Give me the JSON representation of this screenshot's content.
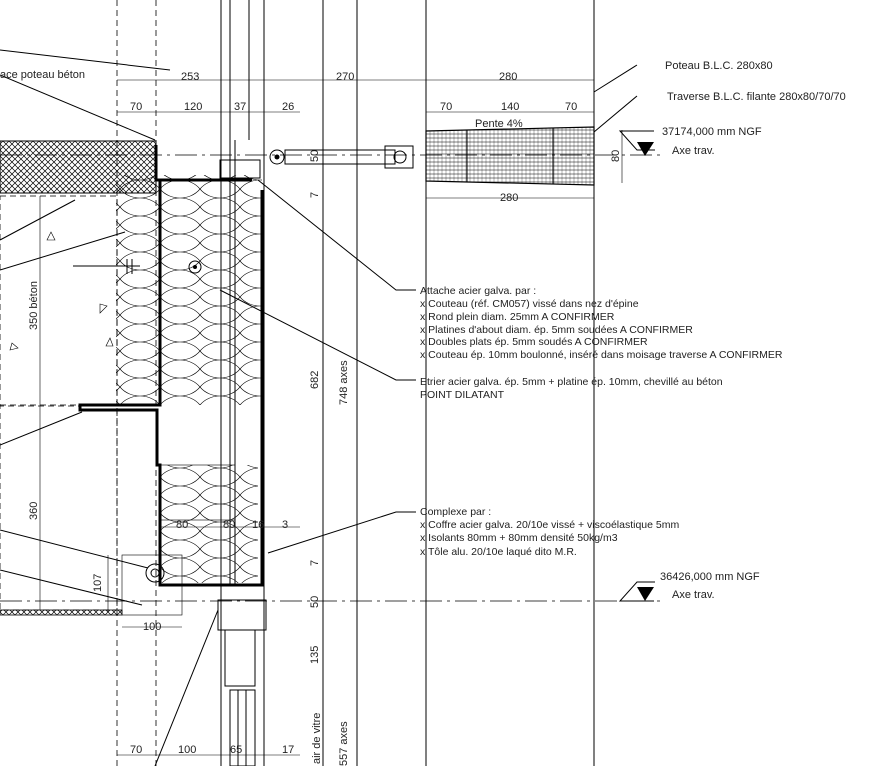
{
  "labels": {
    "poteau_beton": "ace poteau béton",
    "poteau_blc": "Poteau B.L.C. 280x80",
    "traverse_blc": "Traverse B.L.C. filante 280x80/70/70",
    "pente": "Pente 4%",
    "ngf_top": "37174,000 mm NGF",
    "axe_trav_top": "Axe trav.",
    "ngf_bottom": "36426,000 mm NGF",
    "axe_trav_bottom": "Axe trav.",
    "beton_350": "350 béton",
    "axes_748": "748 axes",
    "axes_557": "557 axes",
    "air_vitre": "air de vitre"
  },
  "notes": {
    "attache": [
      "Attache acier galva. par :",
      "x Couteau (réf. CM057) vissé dans nez d'épine",
      "x Rond plein diam. 25mm A CONFIRMER",
      "x Platines d'about diam. ép. 5mm soudées A CONFIRMER",
      "x Doubles plats ép. 5mm soudés A CONFIRMER",
      "x Couteau ép. 10mm boulonné, inséré dans moisage traverse A CONFIRMER"
    ],
    "etrier": [
      "Etrier acier galva. ép. 5mm + platine ép. 10mm, chevillé au béton",
      "POINT DILATANT"
    ],
    "complexe": [
      "Complexe par :",
      "x Coffre acier galva. 20/10e vissé + viscoélastique 5mm",
      "x Isolants 80mm + 80mm densité 50kg/m3",
      "x Tôle alu. 20/10e laqué dito M.R."
    ]
  },
  "dims": {
    "top_253": "253",
    "top_270": "270",
    "top_280": "280",
    "d_70a": "70",
    "d_120": "120",
    "d_37": "37",
    "d_26": "26",
    "tr_70a": "70",
    "tr_140": "140",
    "tr_70b": "70",
    "tr_280_bottom": "280",
    "tr_80": "80",
    "v_50": "50",
    "v_7a": "7",
    "v_682": "682",
    "v_7b": "7",
    "v_50b": "50",
    "v_135": "135",
    "v_360": "360",
    "v_107": "107",
    "c_80a": "80",
    "c_80b": "80",
    "c_16": "16",
    "c_3": "3",
    "h_100": "100",
    "b_70": "70",
    "b_100": "100",
    "b_65": "65",
    "b_17": "17"
  }
}
